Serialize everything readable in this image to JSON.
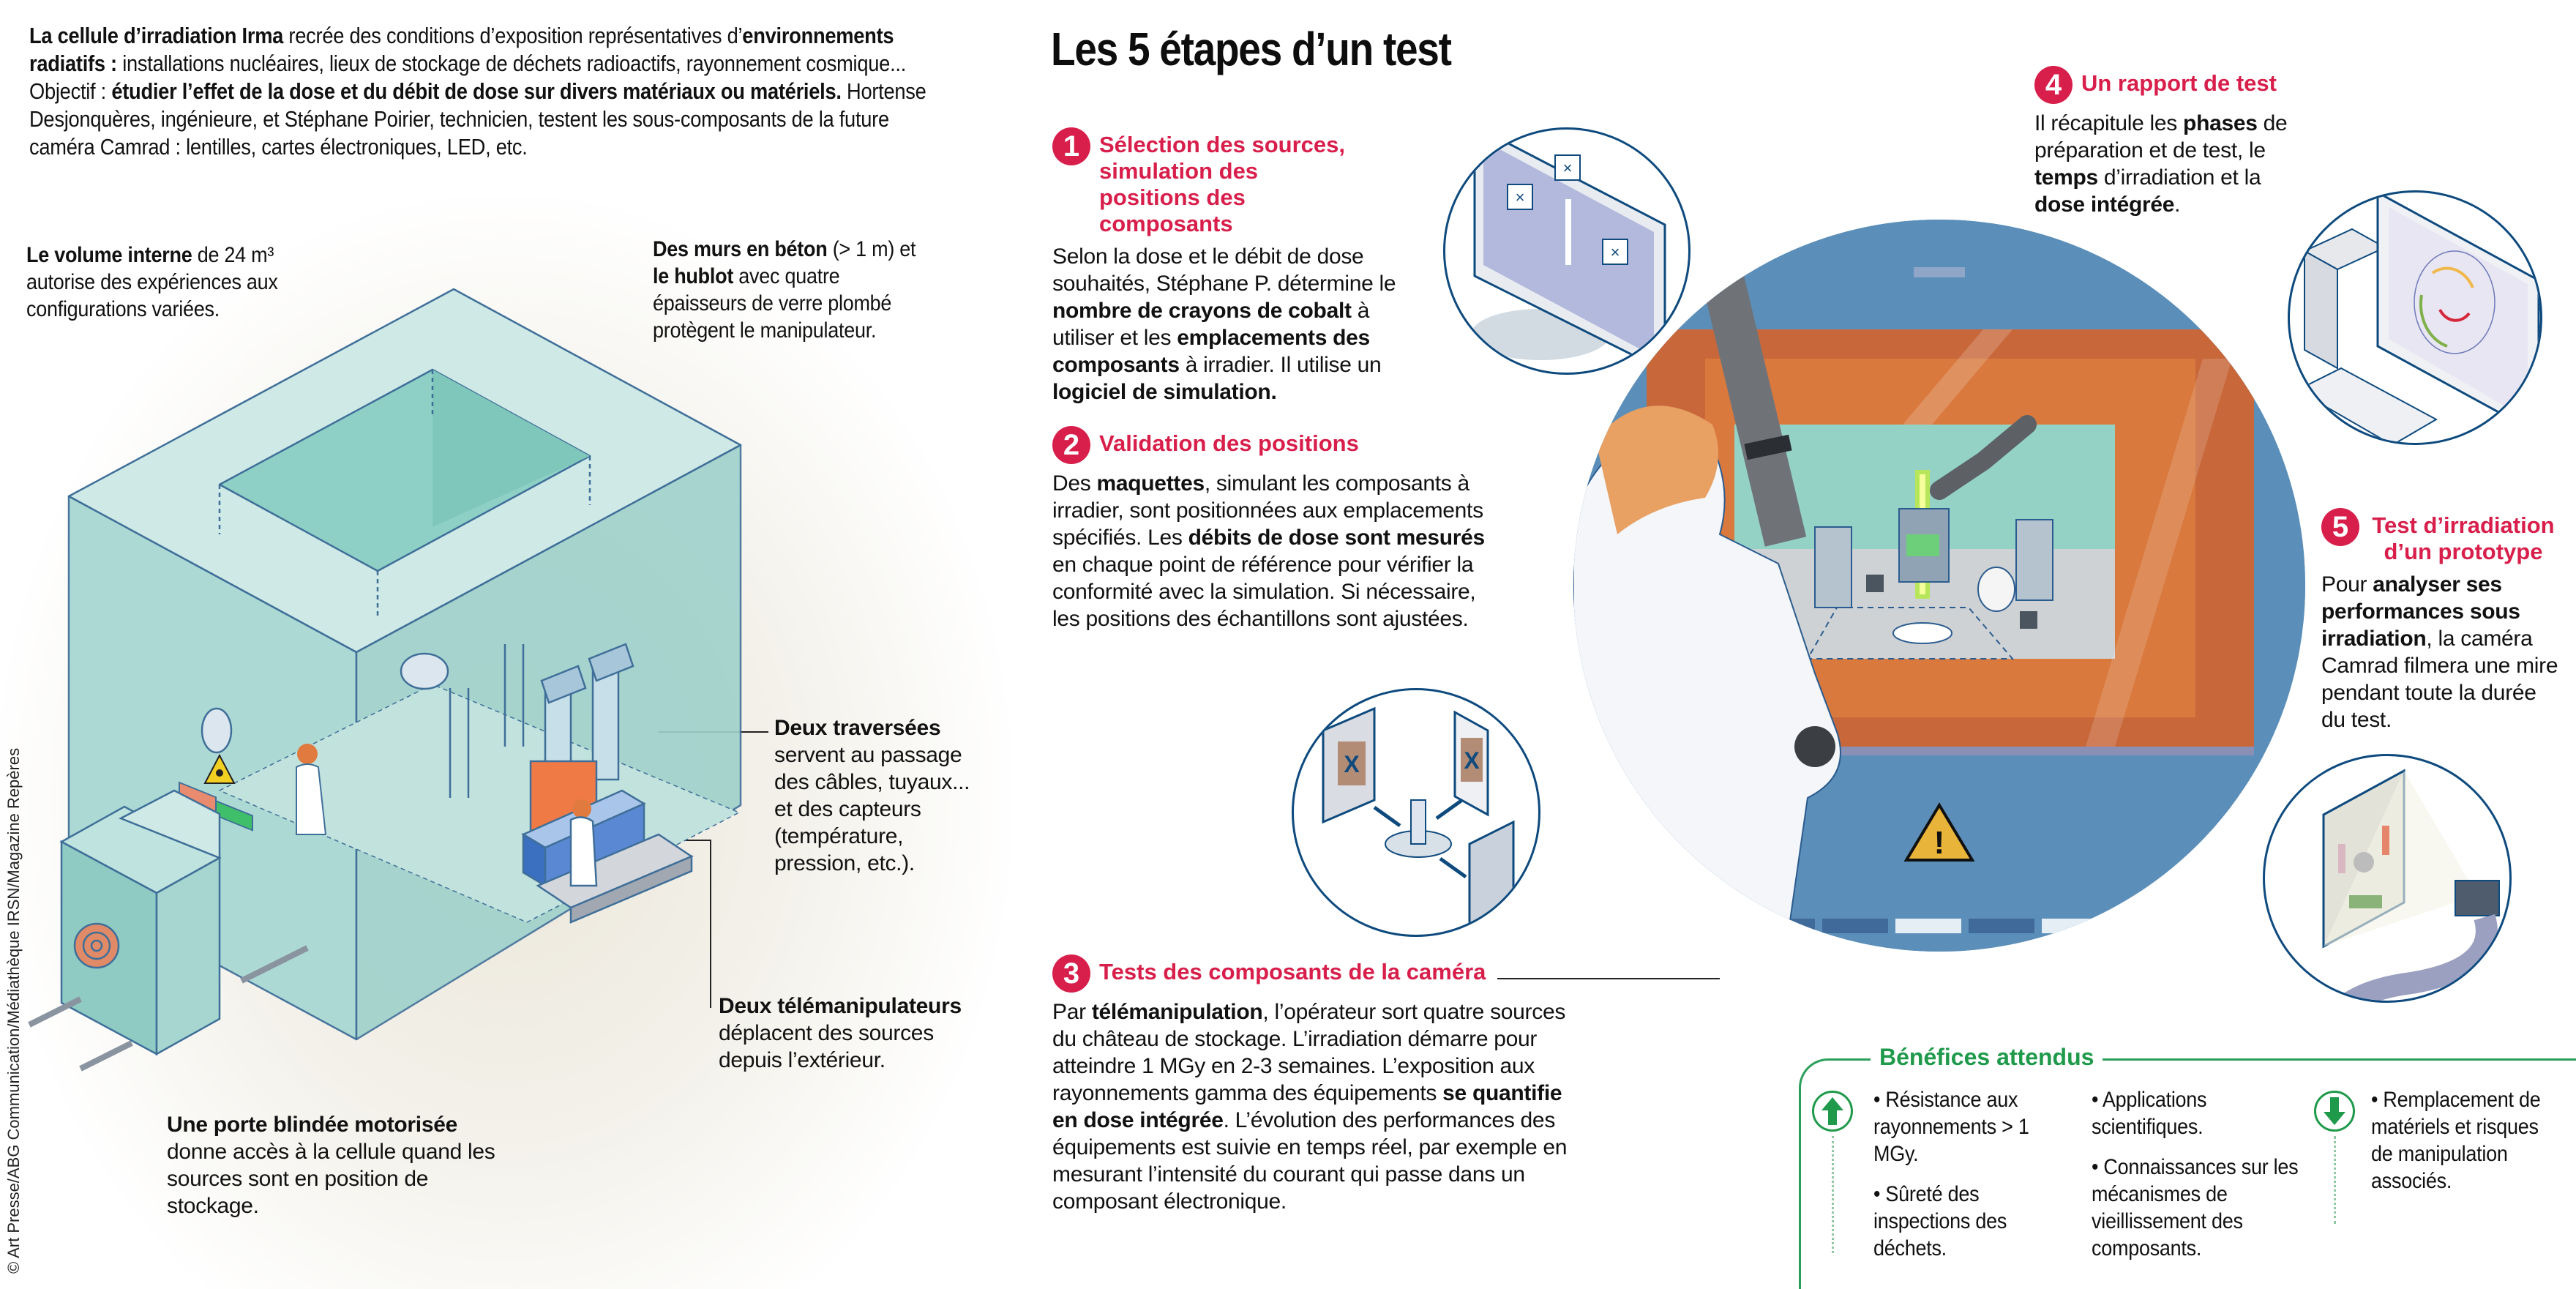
{
  "intro": {
    "lead_bold": "La cellule d’irradiation Irma",
    "text1": " recrée des conditions d’exposition représentatives d’",
    "bold2": "environnements radiatifs :",
    "text2": " installations nucléaires, lieux de stockage de déchets radioactifs, rayonnement cosmique... Objectif : ",
    "bold3": "étudier l’effet de la dose et du débit de dose sur divers matériaux ou matériels.",
    "text3": " Hortense Desjonquères, ingénieure, et Stéphane Poirier, technicien, testent les sous-composants de la future caméra Camrad : lentilles, cartes électroniques, LED, etc."
  },
  "annotations": {
    "volume": {
      "bold": "Le volume interne",
      "text": " de 24 m³ autorise des expériences aux configurations variées."
    },
    "murs": {
      "bold1": "Des murs en béton",
      "text1": " (> 1 m) et ",
      "bold2": "le hublot",
      "text2": " avec quatre épaisseurs de verre plombé protègent le manipulateur."
    },
    "traversees": {
      "bold": "Deux traversées",
      "text": " servent au passage des câbles, tuyaux... et des capteurs (température, pression, etc.)."
    },
    "telemanip": {
      "bold": "Deux télémanipulateurs",
      "text": " déplacent des sources depuis l’extérieur."
    },
    "porte": {
      "bold": "Une porte blindée motorisée",
      "text": " donne accès à la cellule quand les sources sont en position de stockage."
    }
  },
  "credit": "© Art Presse/ABG Communication/Médiathèque IRSN/Magazine Repères",
  "title": "Les 5 étapes d’un test",
  "steps": [
    {
      "num": "1",
      "title": "Sélection des sources, simulation des positions des composants",
      "parts": [
        "Selon la dose et le débit de dose souhaités, Stéphane P. détermine le ",
        "nombre de crayons de cobalt",
        " à utiliser et les ",
        "emplacements des composants",
        " à irradier. Il utilise un ",
        "logiciel de simulation."
      ]
    },
    {
      "num": "2",
      "title": "Validation des positions",
      "parts": [
        "Des ",
        "maquettes",
        ", simulant les composants à irradier, sont positionnées aux emplacements spécifiés. Les ",
        "débits de dose sont mesurés",
        " en chaque point de référence pour vérifier la conformité avec la simulation. Si nécessaire, les positions des échantillons sont ajustées."
      ]
    },
    {
      "num": "3",
      "title": "Tests des composants de la caméra",
      "parts": [
        "Par ",
        "télémanipulation",
        ", l’opérateur sort quatre sources du château de stockage. L’irradiation démarre pour atteindre 1 MGy en 2-3 semaines. L’exposition aux rayonnements gamma des équipements ",
        "se quantifie en dose intégrée",
        ". L’évolution des performances des équipements est suivie en temps réel, par exemple en mesurant l’intensité du courant qui passe dans un composant électronique."
      ]
    },
    {
      "num": "4",
      "title": "Un rapport de test",
      "parts": [
        "Il récapitule les ",
        "phases",
        " de préparation et de test, le ",
        "temps",
        " d’irradiation et la ",
        "dose intégrée",
        "."
      ]
    },
    {
      "num": "5",
      "title": "Test d’irradiation d’un prototype",
      "parts": [
        "Pour ",
        "analyser ses performances sous irradiation",
        ", la caméra Camrad filmera une mire pendant toute la durée du test."
      ]
    }
  ],
  "benefits": {
    "title": "Bénéfices attendus",
    "up_icon": "arrow-up-icon",
    "down_icon": "arrow-down-icon",
    "col1": [
      "• Résistance aux rayonnements > 1 MGy.",
      "• Sûreté des inspections des déchets."
    ],
    "col2": [
      "• Applications scientifiques.",
      "• Connaissances sur les mécanismes de vieillissement des composants."
    ],
    "col3": [
      "• Remplacement de matériels et risques de manipulation associés."
    ]
  },
  "colors": {
    "accent_red": "#d81e4a",
    "benefit_green": "#1f9a4b",
    "line_blue": "#0e4a7e",
    "cell_teal": "#a8d8d2",
    "wall_blue": "#5b8fb9",
    "orange_room": "#d9793e"
  }
}
